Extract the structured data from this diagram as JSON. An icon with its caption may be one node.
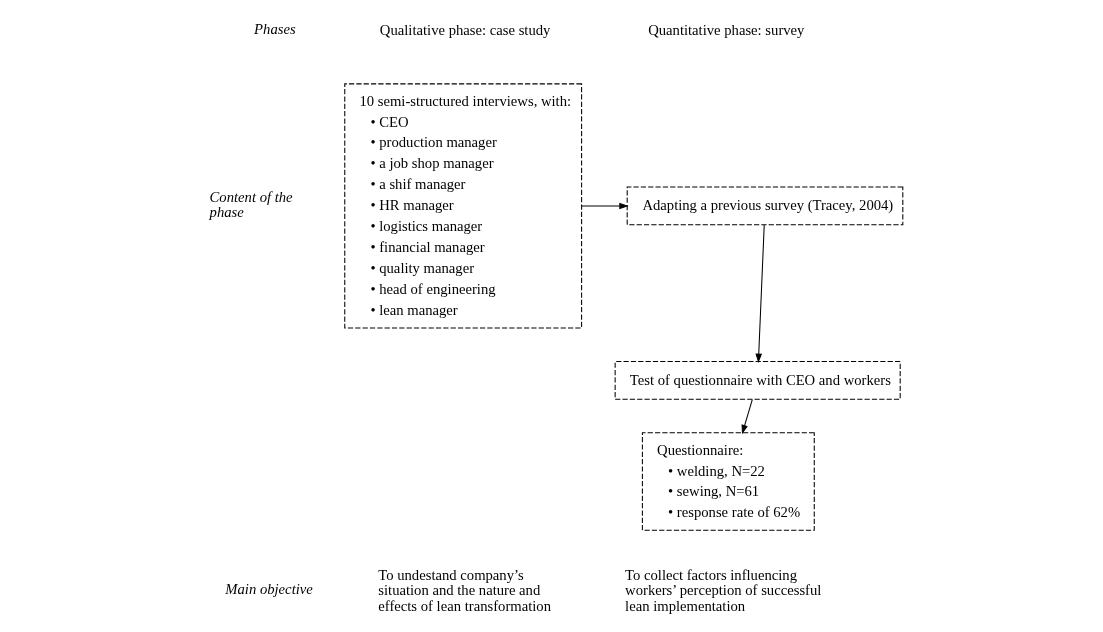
{
  "diagram": {
    "nodes": [
      {
        "text": [
          "10 semi-structured interviews, with:",
          "• CEO",
          "• production manager",
          "• a job shop manager",
          "• a shif manager",
          "• HR manager",
          "• logistics manager",
          "• financial manager",
          "• quality manager",
          "• head of engineering",
          "• lean manager"
        ]
      },
      {
        "text": [
          "Adapting a previous survey (Tracey, 2004)"
        ]
      },
      {
        "text": [
          "Test of questionnaire with CEO and workers"
        ]
      },
      {
        "text": [
          "Questionnaire:",
          "• welding, N=22",
          "• sewing, N=61",
          "• response rate of 62%"
        ]
      }
    ],
    "edges": [
      {
        "from": 0,
        "to": 1,
        "arrow": "to"
      },
      {
        "from": 1,
        "to": 2,
        "arrow": "to"
      },
      {
        "from": 2,
        "to": 3,
        "arrow": "to"
      }
    ],
    "labels": [
      "Phases",
      "Qualitative phase: case study",
      "Quantitative phase: survey",
      "Content of the phase",
      "Main objective",
      "To undestand company’s situation and the nature and effects of lean transformation",
      "To collect factors influencing workers’ perception of successful lean implementation"
    ]
  }
}
